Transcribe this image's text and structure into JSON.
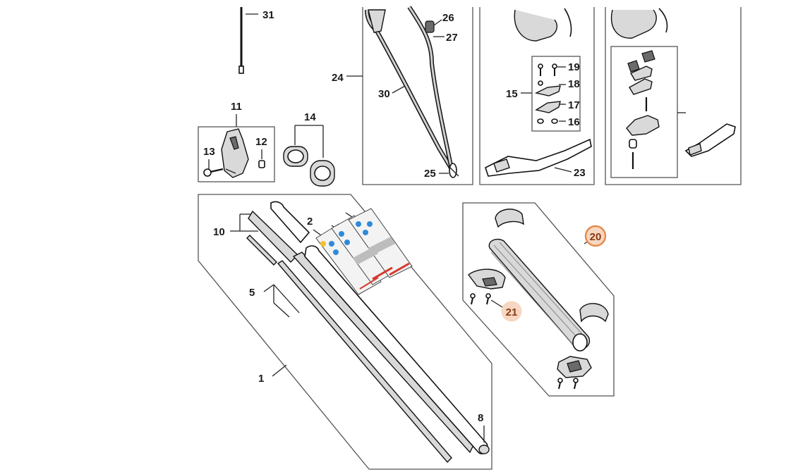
{
  "labels": {
    "l1": "1",
    "l2": "2",
    "l5": "5",
    "l8": "8",
    "l10": "10",
    "l11": "11",
    "l12": "12",
    "l13": "13",
    "l14": "14",
    "l15": "15",
    "l16": "16",
    "l17": "17",
    "l18": "18",
    "l19": "19",
    "l20": "20",
    "l21": "21",
    "l23": "23",
    "l24": "24",
    "l25": "25",
    "l26": "26",
    "l27": "27",
    "l30": "30",
    "l31": "31"
  },
  "colors": {
    "highlight_ring": "#e58a4e",
    "highlight_fill": "#f7d7c2",
    "warning_blue": "#2f8ad8",
    "warning_yellow": "#f2c12e",
    "warning_red": "#d8382c"
  },
  "icons": {
    "highlighted_callout": "circle-callout-icon",
    "warning_label": "warning-sticker-icon"
  }
}
